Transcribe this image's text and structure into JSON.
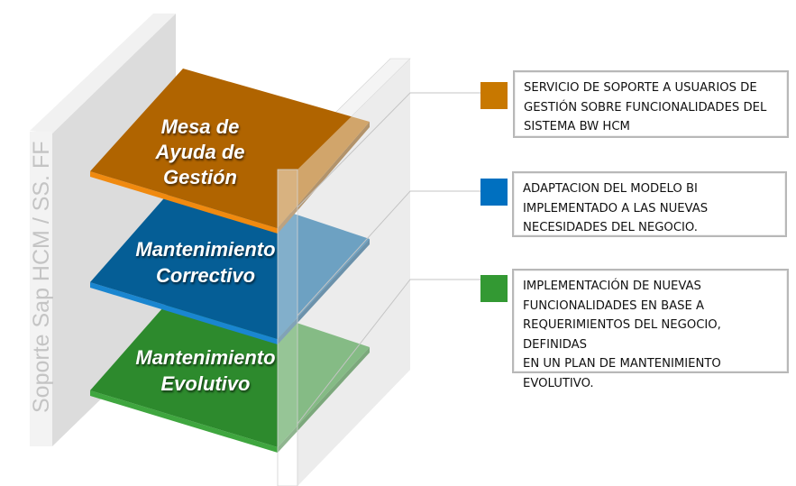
{
  "side_label": "Soporte Sap HCM / SS. FF",
  "layers": [
    {
      "name": "Mesa de Ayuda de Gestión",
      "lines": [
        "Mesa de",
        "Ayuda de",
        "Gestión"
      ],
      "color": "#b06400"
    },
    {
      "name": "Mantenimiento Correctivo",
      "lines": [
        "Mantenimiento",
        "Correctivo"
      ],
      "color": "#045b94"
    },
    {
      "name": "Mantenimiento Evolutivo",
      "lines": [
        "Mantenimiento",
        "Evolutivo"
      ],
      "color": "#2b8a2b"
    }
  ],
  "descriptions": [
    {
      "color": "#c87800",
      "text": "SERVICIO DE SOPORTE A USUARIOS DE\nGESTIÓN  SOBRE FUNCIONALIDADES DEL\nSISTEMA BW HCM"
    },
    {
      "color": "#0070c0",
      "text": "ADAPTACION DEL MODELO BI\nIMPLEMENTADO A LAS NUEVAS\nNECESIDADES DEL NEGOCIO."
    },
    {
      "color": "#339933",
      "text": "IMPLEMENTACIÓN DE NUEVAS\nFUNCIONALIDADES EN BASE A\nREQUERIMIENTOS DEL NEGOCIO, DEFINIDAS\nEN UN PLAN DE MANTENIMIENTO\nEVOLUTIVO."
    }
  ]
}
